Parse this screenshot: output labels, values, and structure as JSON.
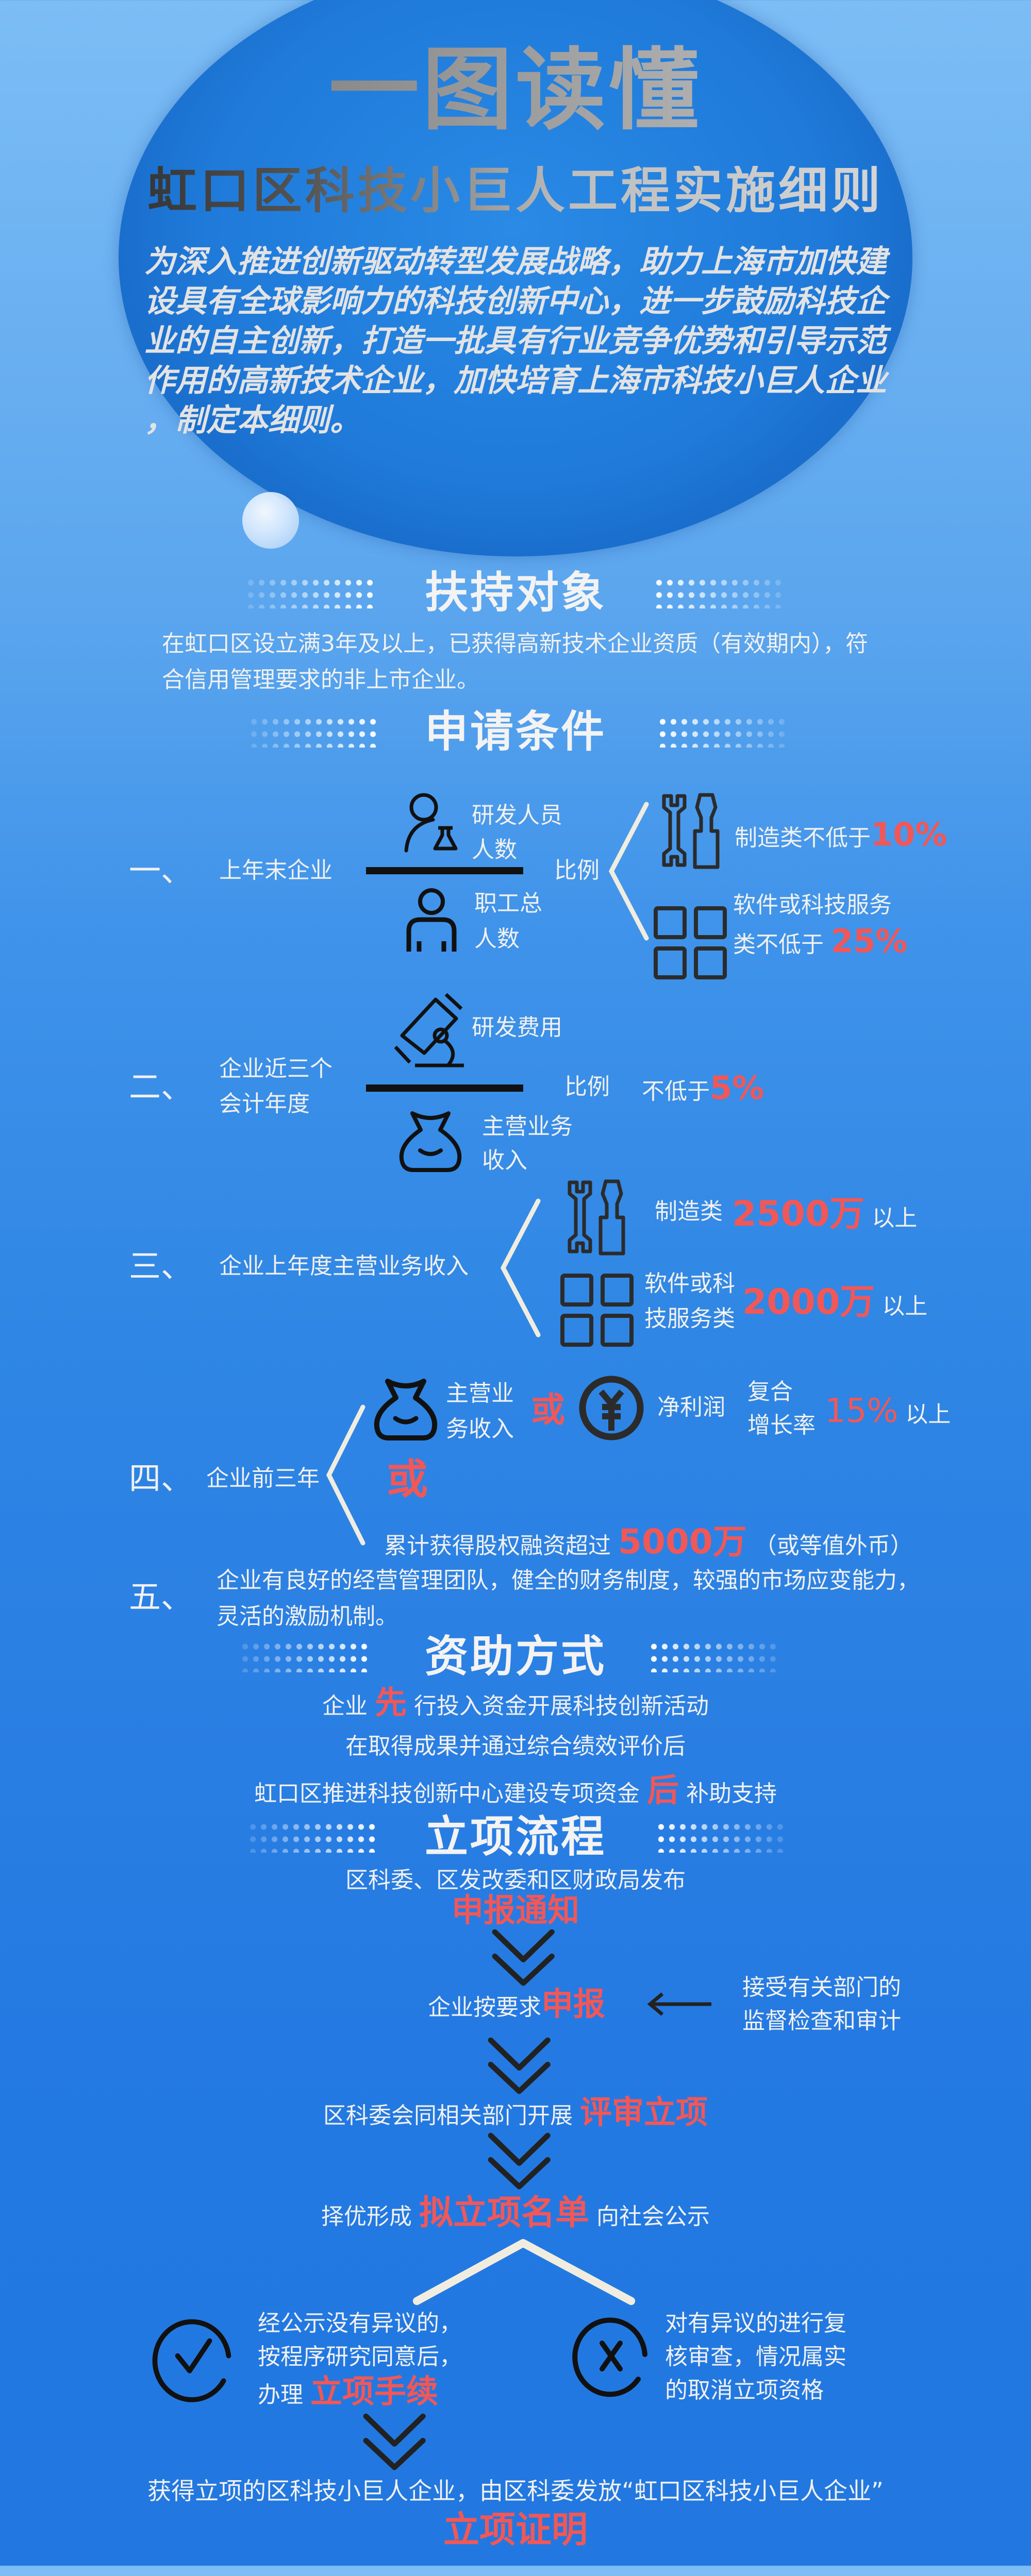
{
  "hero": {
    "title": "一图读懂",
    "subtitle": "虹口区科技小巨人工程实施细则",
    "intro_lines": [
      "为深入推进创新驱动转型发展战略，助力上海市加快建",
      "设具有全球影响力的科技创新中心，进一步鼓励科技企",
      "业的自主创新，打造一批具有行业竞争优势和引导示范",
      "作用的高新技术企业，加快培育上海市科技小巨人企业",
      "，制定本细则。"
    ]
  },
  "support_target": {
    "heading": "扶持对象",
    "lines": [
      "在虹口区设立满3年及以上，已获得高新技术企业资质（有效期内），符",
      "合信用管理要求的非上市企业。"
    ]
  },
  "conditions": {
    "heading": "申请条件",
    "c1": {
      "num": "一、",
      "label": "上年末企业",
      "numerator": [
        "研发人员",
        "人数"
      ],
      "denominator": [
        "职工总",
        "人数"
      ],
      "ratio": "比例",
      "manufacturing": {
        "text": "制造类不低于",
        "value": "10%"
      },
      "software": {
        "text1": "软件或科技服务",
        "text2": "类不低于",
        "value": "25%"
      }
    },
    "c2": {
      "num": "二、",
      "label": [
        "企业近三个",
        "会计年度"
      ],
      "numerator": "研发费用",
      "denominator": [
        "主营业务",
        "收入"
      ],
      "ratio": "比例",
      "text": "不低于",
      "value": "5%"
    },
    "c3": {
      "num": "三、",
      "label": "企业上年度主营业务收入",
      "manufacturing": {
        "text": "制造类",
        "value": "2500万",
        "suffix": "以上"
      },
      "software": {
        "text1": "软件或科",
        "text2": "技服务类",
        "value": "2000万",
        "suffix": "以上"
      }
    },
    "c4": {
      "num": "四、",
      "label": "企业前三年",
      "revenue": [
        "主营业",
        "务收入"
      ],
      "or": "或",
      "profit": "净利润",
      "growth": [
        "复合",
        "增长率"
      ],
      "value": "15%",
      "suffix": "以上",
      "or_big": "或",
      "financing_text": "累计获得股权融资超过",
      "financing_value": "5000万",
      "financing_note": "（或等值外币）"
    },
    "c5": {
      "num": "五、",
      "lines": [
        "企业有良好的经营管理团队，健全的财务制度，较强的市场应变能力，",
        "灵活的激励机制。"
      ]
    }
  },
  "funding": {
    "heading": "资助方式",
    "line1": {
      "pre": "企业 ",
      "hl": "先",
      "post": " 行投入资金开展科技创新活动"
    },
    "line2": "在取得成果并通过综合绩效评价后",
    "line3": {
      "pre": "虹口区推进科技创新中心建设专项资金 ",
      "hl": "后",
      "post": " 补助支持"
    }
  },
  "process": {
    "heading": "立项流程",
    "step1": {
      "text": "区科委、区发改委和区财政局发布",
      "hl": "申报通知"
    },
    "step2": {
      "pre": "企业按要求",
      "hl": "申报"
    },
    "side_note": [
      "接受有关部门的",
      "监督检查和审计"
    ],
    "step3": {
      "pre": "区科委会同相关部门开展 ",
      "hl": "评审立项"
    },
    "step4": {
      "pre": "择优形成 ",
      "hl": "拟立项名单",
      "post": " 向社会公示"
    },
    "approve": {
      "lines": [
        "经公示没有异议的，",
        "按程序研究同意后，"
      ],
      "pre": "办理 ",
      "hl": "立项手续"
    },
    "reject": {
      "lines": [
        "对有异议的进行复",
        "核审查，情况属实",
        "的取消立项资格"
      ]
    },
    "final": {
      "text": "获得立项的区科技小巨人企业，由区科委发放“虹口区科技小巨人企业”",
      "hl": "立项证明"
    }
  },
  "colors": {
    "highlight": "#f25757",
    "icon": "#1e1e1e",
    "bracket": "#f0ede0"
  }
}
